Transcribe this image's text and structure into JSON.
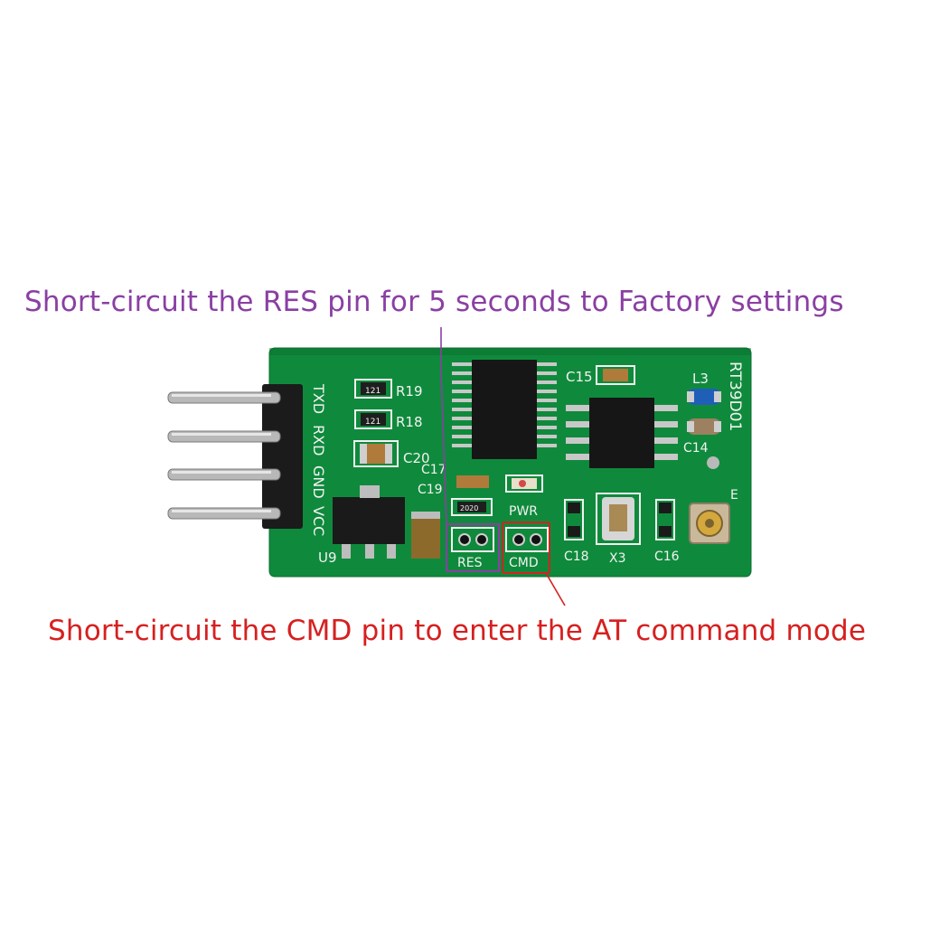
{
  "captions": {
    "res": "Short-circuit the RES pin for 5 seconds to Factory settings",
    "cmd": "Short-circuit the CMD pin to enter the AT command mode"
  },
  "colors": {
    "res_callout": "#8a3fa3",
    "cmd_callout": "#d62020",
    "pcb": "#0f8a3c",
    "pcb_edge": "#0b6d2e",
    "silkscreen": "#f2f2f2"
  },
  "board": {
    "model": "RT39D01",
    "header_pins": [
      "TXD",
      "RXD",
      "GND",
      "VCC"
    ],
    "labels": {
      "r19": "R19",
      "r18": "R18",
      "c20": "C20",
      "c17": "C17",
      "c19": "C19",
      "c15": "C15",
      "c14": "C14",
      "l3": "L3",
      "pwr": "PWR",
      "res": "RES",
      "cmd": "CMD",
      "c18": "C18",
      "x3": "X3",
      "c16": "C16",
      "u9": "U9",
      "e": "E"
    },
    "resistor_code": "121",
    "small_resistor_code": "2020"
  }
}
